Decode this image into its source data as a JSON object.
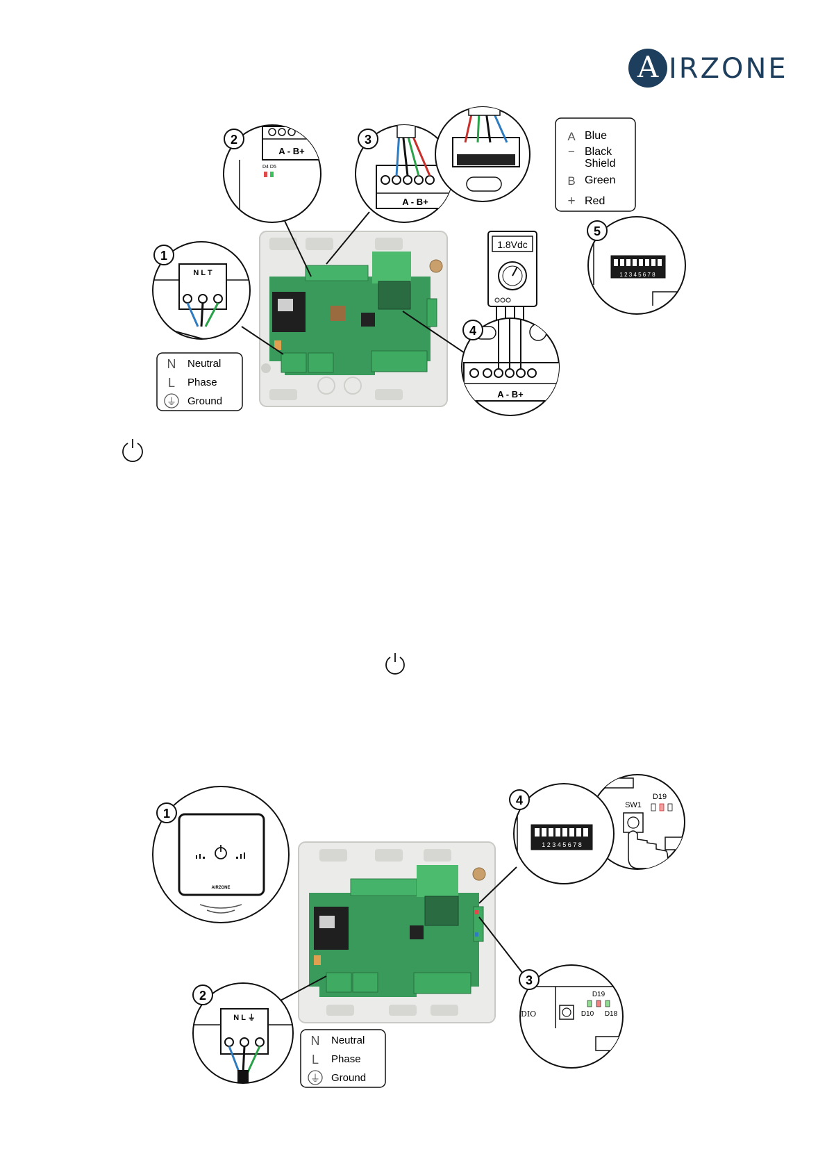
{
  "brand": {
    "logo_letter": "A",
    "logo_rest": "IRZONE"
  },
  "top_diagram": {
    "steps": [
      "1",
      "2",
      "3",
      "4",
      "5"
    ],
    "terminal_main": "N  L  T",
    "leds_label": "D4 D5",
    "bus_label": "A - B+",
    "voltmeter_reading": "1.8Vdc",
    "wire_legend": {
      "items": [
        {
          "symbol": "A",
          "label": "Blue"
        },
        {
          "symbol": "−",
          "label": "Black"
        },
        {
          "symbol": "",
          "label": "Shield"
        },
        {
          "symbol": "B",
          "label": "Green"
        },
        {
          "symbol": "+",
          "label": "Red"
        }
      ]
    },
    "power_legend": {
      "items": [
        {
          "symbol": "N",
          "label": "Neutral"
        },
        {
          "symbol": "L",
          "label": "Phase"
        },
        {
          "symbol": "⏚",
          "label": "Ground"
        }
      ]
    },
    "dip_numbers": "1 2 3 4 5 6 7 8"
  },
  "bottom_diagram": {
    "steps": [
      "1",
      "2",
      "3",
      "4"
    ],
    "terminal_main": "N  L  ⏚",
    "sw_label": "SW1",
    "led_top": "D19",
    "led_d10": "D10",
    "led_d18": "D18",
    "radio_fragment": "DIO",
    "thermostat_brand": "AIRZONE",
    "dip_numbers": "1 2 3 4 5 6 7 8",
    "power_legend": {
      "items": [
        {
          "symbol": "N",
          "label": "Neutral"
        },
        {
          "symbol": "L",
          "label": "Phase"
        },
        {
          "symbol": "⏚",
          "label": "Ground"
        }
      ]
    }
  }
}
